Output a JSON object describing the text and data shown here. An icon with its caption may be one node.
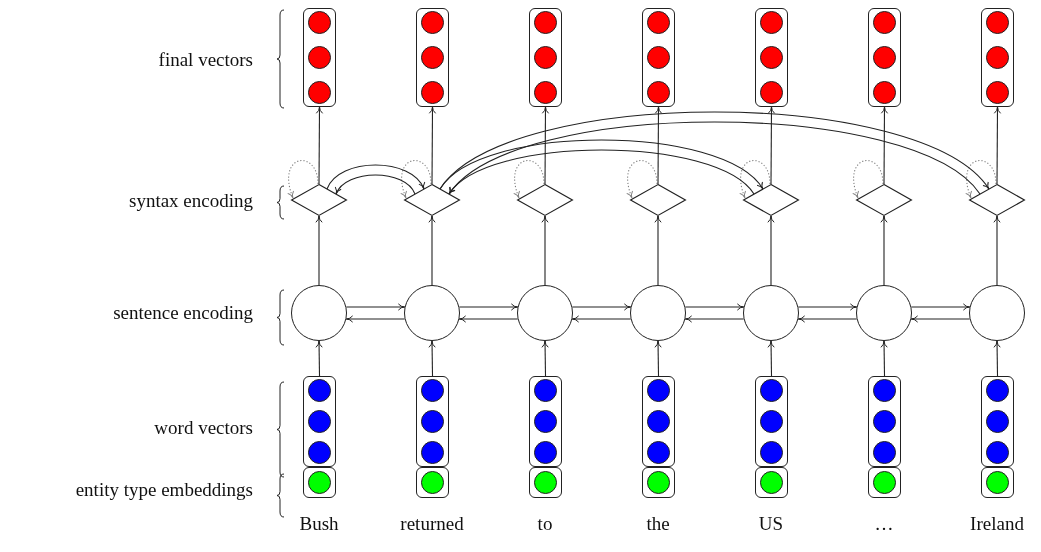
{
  "diagram": {
    "nodes": [
      {
        "text": [],
        "shape": "box"
      },
      {
        "text": [],
        "shape": "circle",
        "in": 0
      },
      {
        "text": [],
        "shape": "circle",
        "in": 0
      },
      {
        "text": [],
        "shape": "circle",
        "in": 0
      },
      {
        "text": [],
        "shape": "box"
      },
      {
        "text": [],
        "shape": "circle",
        "in": 4
      },
      {
        "text": [],
        "shape": "circle",
        "in": 4
      },
      {
        "text": [],
        "shape": "circle",
        "in": 4
      },
      {
        "text": [],
        "shape": "box"
      },
      {
        "text": [],
        "shape": "circle",
        "in": 8
      },
      {
        "text": [],
        "shape": "circle",
        "in": 8
      },
      {
        "text": [],
        "shape": "circle",
        "in": 8
      },
      {
        "text": [],
        "shape": "box"
      },
      {
        "text": [],
        "shape": "circle",
        "in": 12
      },
      {
        "text": [],
        "shape": "circle",
        "in": 12
      },
      {
        "text": [],
        "shape": "circle",
        "in": 12
      },
      {
        "text": [],
        "shape": "box"
      },
      {
        "text": [],
        "shape": "circle",
        "in": 16
      },
      {
        "text": [],
        "shape": "circle",
        "in": 16
      },
      {
        "text": [],
        "shape": "circle",
        "in": 16
      },
      {
        "text": [],
        "shape": "box"
      },
      {
        "text": [],
        "shape": "circle",
        "in": 20
      },
      {
        "text": [],
        "shape": "circle",
        "in": 20
      },
      {
        "text": [],
        "shape": "circle",
        "in": 20
      },
      {
        "text": [],
        "shape": "box"
      },
      {
        "text": [],
        "shape": "circle",
        "in": 24
      },
      {
        "text": [],
        "shape": "circle",
        "in": 24
      },
      {
        "text": [],
        "shape": "circle",
        "in": 24
      },
      {
        "text": [],
        "shape": "diamond"
      },
      {
        "text": [],
        "shape": "diamond"
      },
      {
        "text": [],
        "shape": "diamond"
      },
      {
        "text": [],
        "shape": "diamond"
      },
      {
        "text": [],
        "shape": "diamond"
      },
      {
        "text": [],
        "shape": "diamond"
      },
      {
        "text": [],
        "shape": "diamond"
      },
      {
        "text": [],
        "shape": "circle"
      },
      {
        "text": [],
        "shape": "circle"
      },
      {
        "text": [],
        "shape": "circle"
      },
      {
        "text": [],
        "shape": "circle"
      },
      {
        "text": [],
        "shape": "circle"
      },
      {
        "text": [],
        "shape": "circle"
      },
      {
        "text": [],
        "shape": "circle"
      },
      {
        "text": [],
        "shape": "box"
      },
      {
        "text": [],
        "shape": "circle",
        "in": 42
      },
      {
        "text": [],
        "shape": "circle",
        "in": 42
      },
      {
        "text": [],
        "shape": "circle",
        "in": 42
      },
      {
        "text": [],
        "shape": "box"
      },
      {
        "text": [],
        "shape": "circle",
        "in": 46
      },
      {
        "text": [],
        "shape": "circle",
        "in": 46
      },
      {
        "text": [],
        "shape": "circle",
        "in": 46
      },
      {
        "text": [],
        "shape": "box"
      },
      {
        "text": [],
        "shape": "circle",
        "in": 50
      },
      {
        "text": [],
        "shape": "circle",
        "in": 50
      },
      {
        "text": [],
        "shape": "circle",
        "in": 50
      },
      {
        "text": [],
        "shape": "box"
      },
      {
        "text": [],
        "shape": "circle",
        "in": 54
      },
      {
        "text": [],
        "shape": "circle",
        "in": 54
      },
      {
        "text": [],
        "shape": "circle",
        "in": 54
      },
      {
        "text": [],
        "shape": "box"
      },
      {
        "text": [],
        "shape": "circle",
        "in": 58
      },
      {
        "text": [],
        "shape": "circle",
        "in": 58
      },
      {
        "text": [],
        "shape": "circle",
        "in": 58
      },
      {
        "text": [],
        "shape": "box"
      },
      {
        "text": [],
        "shape": "circle",
        "in": 62
      },
      {
        "text": [],
        "shape": "circle",
        "in": 62
      },
      {
        "text": [],
        "shape": "circle",
        "in": 62
      },
      {
        "text": [],
        "shape": "box"
      },
      {
        "text": [],
        "shape": "circle",
        "in": 66
      },
      {
        "text": [],
        "shape": "circle",
        "in": 66
      },
      {
        "text": [],
        "shape": "circle",
        "in": 66
      },
      {
        "text": [],
        "shape": "box"
      },
      {
        "text": [],
        "shape": "circle",
        "in": 70
      },
      {
        "text": [],
        "shape": "box"
      },
      {
        "text": [],
        "shape": "circle",
        "in": 72
      },
      {
        "text": [],
        "shape": "box"
      },
      {
        "text": [],
        "shape": "circle",
        "in": 74
      },
      {
        "text": [],
        "shape": "box"
      },
      {
        "text": [],
        "shape": "circle",
        "in": 76
      },
      {
        "text": [],
        "shape": "box"
      },
      {
        "text": [],
        "shape": "circle",
        "in": 78
      },
      {
        "text": [],
        "shape": "box"
      },
      {
        "text": [],
        "shape": "circle",
        "in": 80
      },
      {
        "text": [],
        "shape": "box"
      },
      {
        "text": [],
        "shape": "circle",
        "in": 82
      }
    ],
    "edges": [
      {
        "from": 42,
        "to": 35,
        "arrow": "to"
      },
      {
        "from": 46,
        "to": 36,
        "arrow": "to"
      },
      {
        "from": 50,
        "to": 37,
        "arrow": "to"
      },
      {
        "from": 54,
        "to": 38,
        "arrow": "to"
      },
      {
        "from": 58,
        "to": 39,
        "arrow": "to"
      },
      {
        "from": 62,
        "to": 40,
        "arrow": "to"
      },
      {
        "from": 66,
        "to": 41,
        "arrow": "to"
      },
      {
        "from": 35,
        "to": 36,
        "arrow": "to"
      },
      {
        "from": 36,
        "to": 35,
        "arrow": "to"
      },
      {
        "from": 36,
        "to": 37,
        "arrow": "to"
      },
      {
        "from": 37,
        "to": 36,
        "arrow": "to"
      },
      {
        "from": 37,
        "to": 38,
        "arrow": "to"
      },
      {
        "from": 38,
        "to": 37,
        "arrow": "to"
      },
      {
        "from": 38,
        "to": 39,
        "arrow": "to"
      },
      {
        "from": 39,
        "to": 38,
        "arrow": "to"
      },
      {
        "from": 39,
        "to": 40,
        "arrow": "to"
      },
      {
        "from": 40,
        "to": 39,
        "arrow": "to"
      },
      {
        "from": 40,
        "to": 41,
        "arrow": "to"
      },
      {
        "from": 41,
        "to": 40,
        "arrow": "to"
      },
      {
        "from": 35,
        "to": 28,
        "arrow": "to"
      },
      {
        "from": 36,
        "to": 29,
        "arrow": "to"
      },
      {
        "from": 37,
        "to": 30,
        "arrow": "to"
      },
      {
        "from": 38,
        "to": 31,
        "arrow": "to"
      },
      {
        "from": 39,
        "to": 32,
        "arrow": "to"
      },
      {
        "from": 40,
        "to": 33,
        "arrow": "to"
      },
      {
        "from": 41,
        "to": 34,
        "arrow": "to"
      },
      {
        "from": 28,
        "to": 28,
        "arrow": "to",
        "style": "dashed",
        "color": "#808080"
      },
      {
        "from": 29,
        "to": 29,
        "arrow": "to",
        "style": "dashed",
        "color": "#808080"
      },
      {
        "from": 30,
        "to": 30,
        "arrow": "to",
        "style": "dashed",
        "color": "#808080"
      },
      {
        "from": 31,
        "to": 31,
        "arrow": "to",
        "style": "dashed",
        "color": "#808080"
      },
      {
        "from": 32,
        "to": 32,
        "arrow": "to",
        "style": "dashed",
        "color": "#808080"
      },
      {
        "from": 33,
        "to": 33,
        "arrow": "to",
        "style": "dashed",
        "color": "#808080"
      },
      {
        "from": 34,
        "to": 34,
        "arrow": "to",
        "style": "dashed",
        "color": "#808080"
      },
      {
        "from": 28,
        "to": 29,
        "arrow": "to"
      },
      {
        "from": 29,
        "to": 28,
        "arrow": "to"
      },
      {
        "from": 29,
        "to": 32,
        "arrow": "to"
      },
      {
        "from": 32,
        "to": 29,
        "arrow": "to"
      },
      {
        "from": 29,
        "to": 34,
        "arrow": "to"
      },
      {
        "from": 34,
        "to": 29,
        "arrow": "to"
      },
      {
        "from": 28,
        "to": 0,
        "arrow": "to"
      },
      {
        "from": 29,
        "to": 4,
        "arrow": "to"
      },
      {
        "from": 30,
        "to": 8,
        "arrow": "to"
      },
      {
        "from": 31,
        "to": 12,
        "arrow": "to"
      },
      {
        "from": 32,
        "to": 16,
        "arrow": "to"
      },
      {
        "from": 33,
        "to": 20,
        "arrow": "to"
      },
      {
        "from": 34,
        "to": 24,
        "arrow": "to"
      }
    ],
    "labels": [
      "final vectors",
      "syntax encoding",
      "sentence encoding",
      "word vectors",
      "entity type embeddings",
      "Bush",
      "returned",
      "to",
      "the",
      "US",
      "…",
      "Ireland"
    ]
  }
}
